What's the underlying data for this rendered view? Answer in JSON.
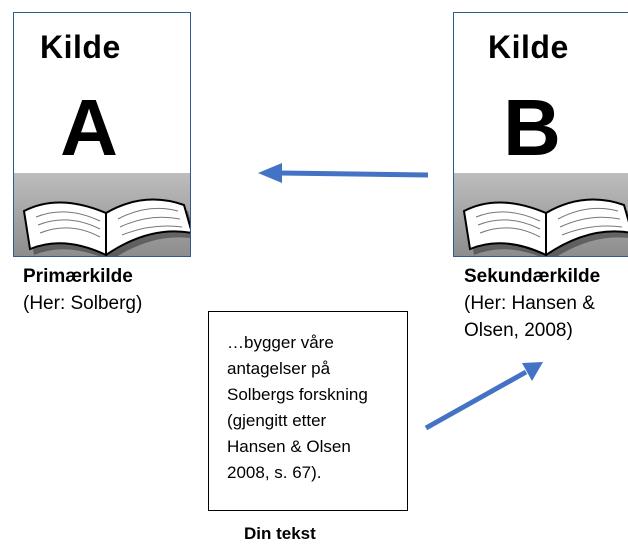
{
  "card_a": {
    "title": "Kilde",
    "letter": "A",
    "icon": "open-book-icon"
  },
  "card_b": {
    "title": "Kilde",
    "letter": "B",
    "icon": "open-book-icon"
  },
  "label_a": {
    "heading": "Primærkilde",
    "sub": "(Her: Solberg)"
  },
  "label_b": {
    "heading": "Sekundærkilde",
    "sub_line1": "(Her: Hansen &",
    "sub_line2": "Olsen, 2008)"
  },
  "textbox": {
    "lines": [
      "…bygger våre",
      "antagelser på",
      "Solbergs forskning",
      "(gjengitt etter",
      "Hansen & Olsen",
      "2008, s. 67)."
    ]
  },
  "caption": "Din tekst",
  "colors": {
    "arrow": "#4472c4",
    "card_border": "#2e5b8f",
    "book_band": "#a6a6a6"
  }
}
